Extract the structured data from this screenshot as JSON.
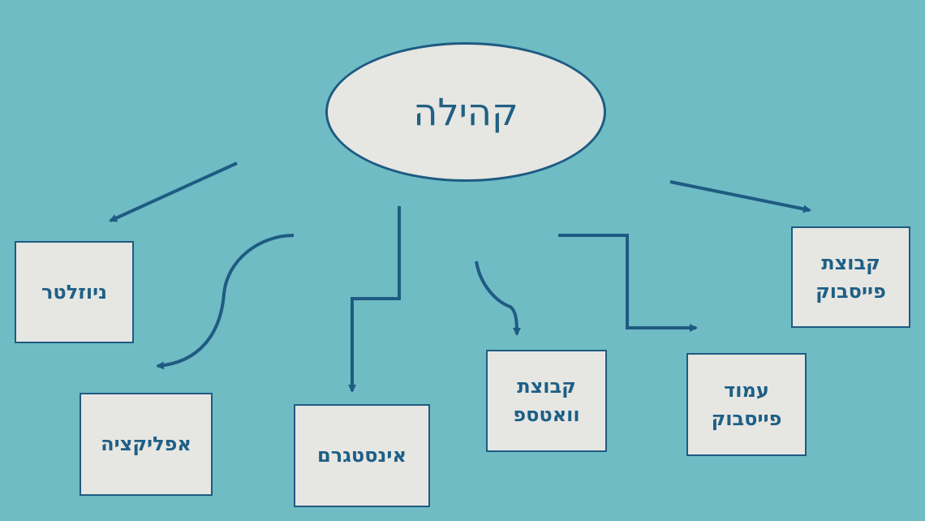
{
  "diagram": {
    "center": {
      "label": "קהילה"
    },
    "nodes": [
      {
        "id": "newsletter",
        "label": "ניוזלטר"
      },
      {
        "id": "app",
        "label": "אפליקציה"
      },
      {
        "id": "instagram",
        "label": "אינסטגרם"
      },
      {
        "id": "whatsapp-group",
        "label": "קבוצת\nוואטספ"
      },
      {
        "id": "facebook-page",
        "label": "עמוד\nפייסבוק"
      },
      {
        "id": "facebook-group",
        "label": "קבוצת\nפייסבוק"
      }
    ],
    "colors": {
      "background": "#6fbcc4",
      "box_fill": "#e6e6e2",
      "stroke": "#1f5b82",
      "text": "#1e5f86"
    }
  }
}
